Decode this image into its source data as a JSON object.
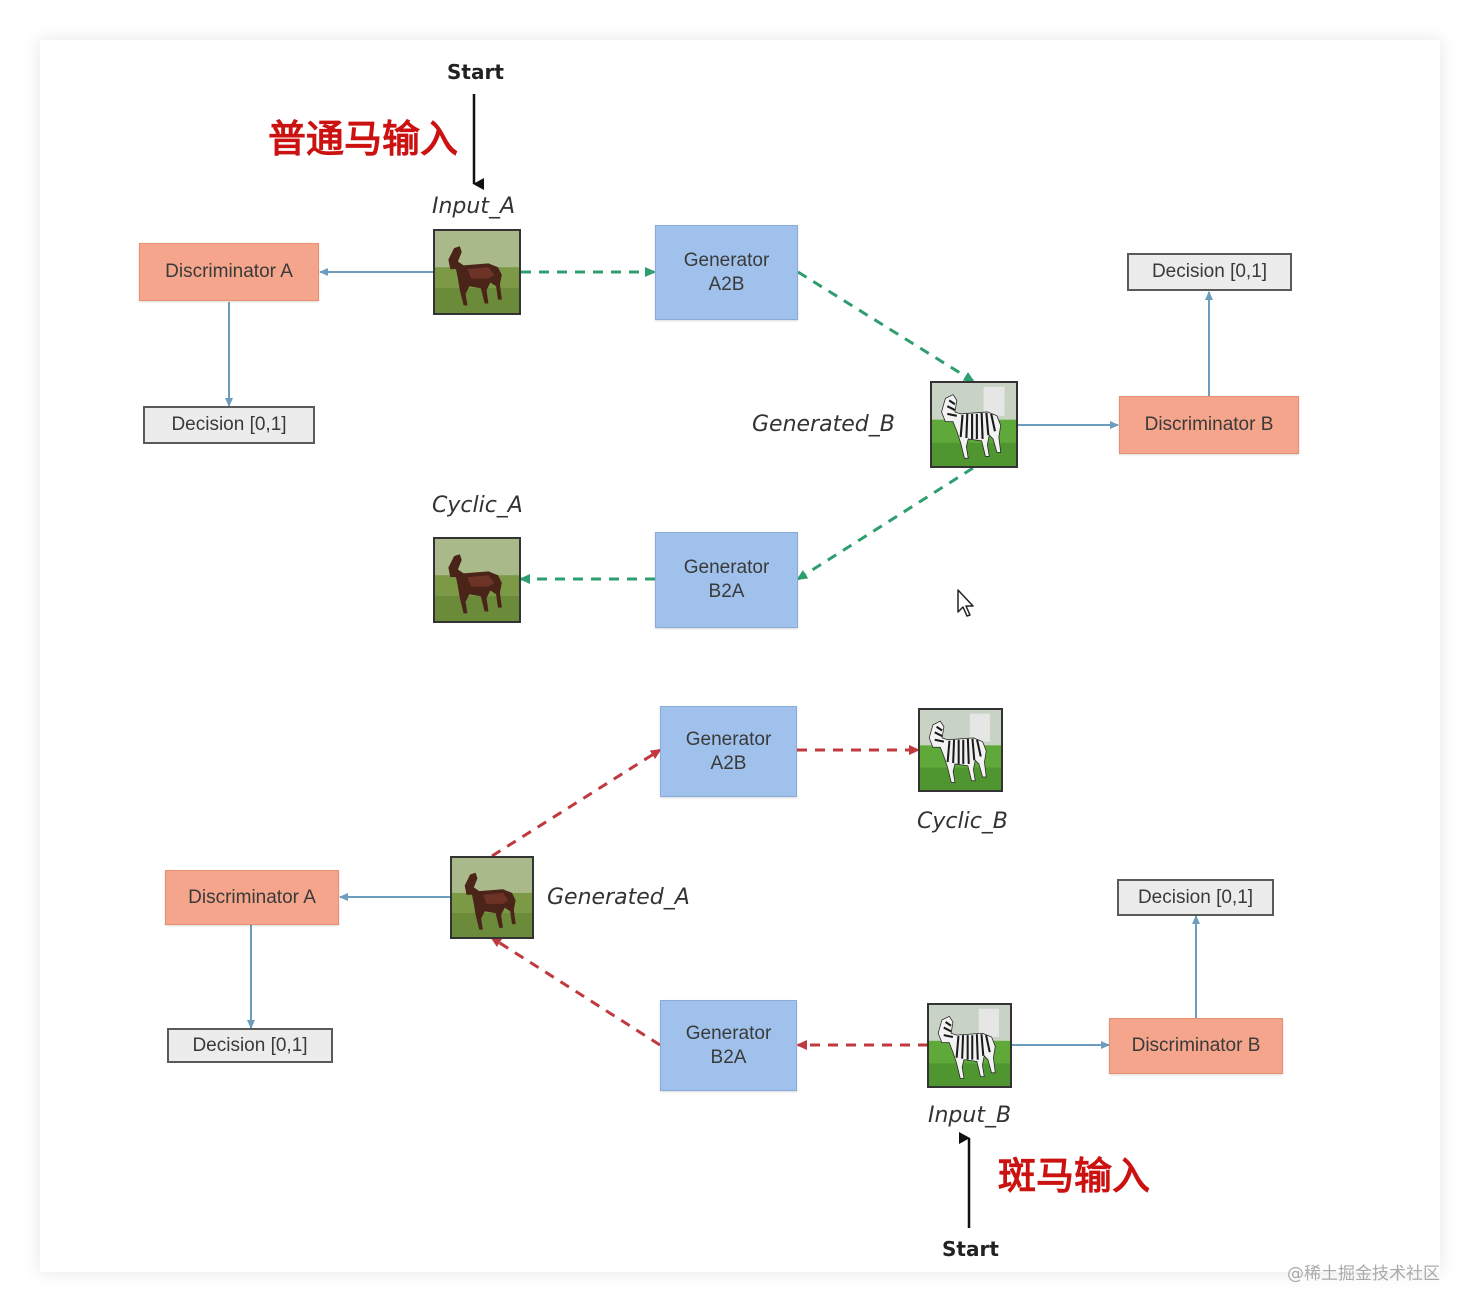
{
  "labels": {
    "start_top": "Start",
    "start_bottom": "Start",
    "horse_input_cn": "普通马输入",
    "zebra_input_cn": "斑马输入",
    "input_a": "Input_A",
    "generated_b": "Generated_B",
    "cyclic_a": "Cyclic_A",
    "cyclic_b": "Cyclic_B",
    "generated_a": "Generated_A",
    "input_b": "Input_B"
  },
  "boxes": {
    "disc_a_top": "Discriminator A",
    "disc_b_top": "Discriminator B",
    "disc_a_bottom": "Discriminator A",
    "disc_b_bottom": "Discriminator B",
    "dec_a_top": "Decision [0,1]",
    "dec_b_top": "Decision [0,1]",
    "dec_a_bottom": "Decision [0,1]",
    "dec_b_bottom": "Decision [0,1]",
    "gen_a2b_top": "Generator\nA2B",
    "gen_b2a_top": "Generator\nB2A",
    "gen_a2b_bottom": "Generator\nA2B",
    "gen_b2a_bottom": "Generator\nB2A"
  },
  "images": {
    "input_a": "horse",
    "cyclic_a": "horse",
    "generated_b": "zebra",
    "cyclic_b": "zebra",
    "generated_a": "horse",
    "input_b": "zebra"
  },
  "watermark": "@稀土掘金技术社区",
  "colors": {
    "discriminator": "#f4a58b",
    "generator": "#9fc1ec",
    "decision": "#ececec",
    "solid_arrow": "#6c9dbf",
    "green_dashed": "#2e9e6e",
    "red_dashed": "#c0393f",
    "chinese_text": "#cc1111"
  }
}
